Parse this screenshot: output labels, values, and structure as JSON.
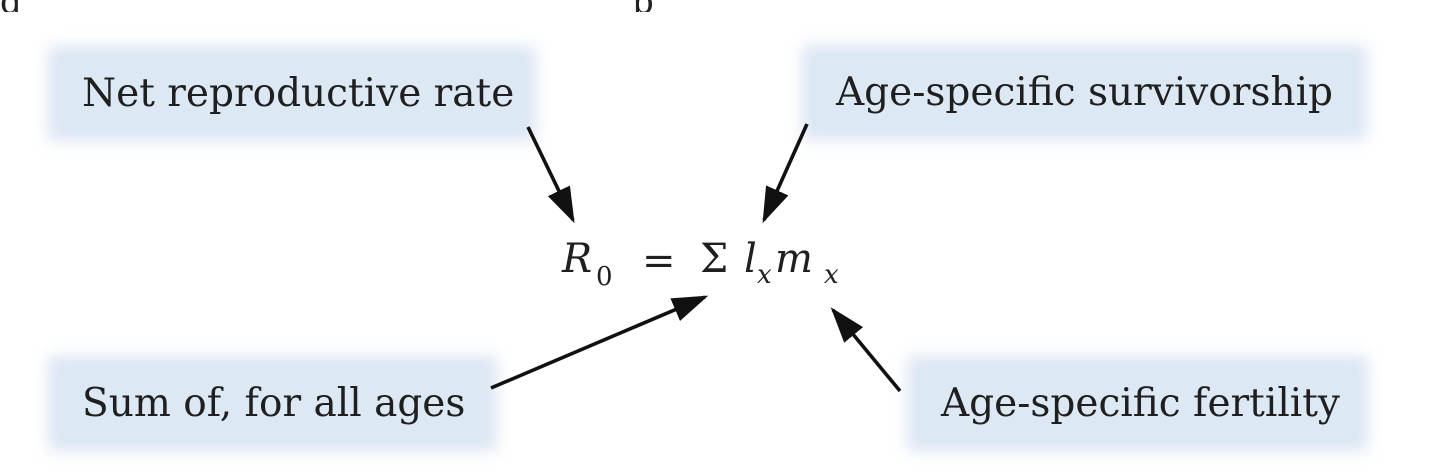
{
  "labels": {
    "net_reproductive_rate": "Net reproductive rate",
    "age_specific_survivorship": "Age-specific survivorship",
    "sum_of_all_ages": "Sum of, for all ages",
    "age_specific_fertility": "Age-specific fertility"
  },
  "equation": {
    "R": "R",
    "R_sub": "0",
    "equals": "=",
    "sigma": "Σ",
    "l": "l",
    "l_sub": "x",
    "m": "m",
    "m_sub": "x"
  },
  "colors": {
    "box_fill": "#dde8f5",
    "text": "#1f1f1f",
    "arrow": "#111111"
  }
}
